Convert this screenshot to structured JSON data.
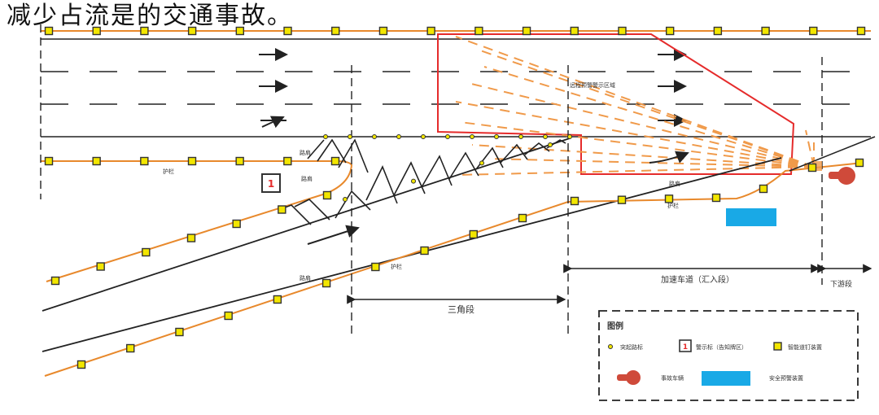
{
  "caption": "减少占流是的交通事故。",
  "labels": {
    "guardrail_left": "护栏",
    "guardrail_bottom": "护栏",
    "guardrail_right": "护栏",
    "road_edge_left": "路肩",
    "road_edge_bottom": "路肩",
    "road_edge_right": "路肩",
    "taper_zone": "三角段",
    "accel_lane": "加速车道（汇入段）",
    "downstream": "下游段",
    "warning_zone": "远程预警警示区域"
  },
  "legend": {
    "title": "图例",
    "raised_marker": "突起路标",
    "sign": "警示标（告知牌区）",
    "smart_marker": "智能道钉装置",
    "accident": "事故车辆",
    "safety_zone": "安全预警装置"
  },
  "sign_symbol": "1",
  "colors": {
    "guardrail": "#e8892c",
    "marker_fill": "#f2e600",
    "red_zone": "#e52b2b",
    "dash_orange": "#f09a4a",
    "accident": "#cf4a3a",
    "safety_box": "#19a9e6",
    "lane_line": "#222222"
  }
}
